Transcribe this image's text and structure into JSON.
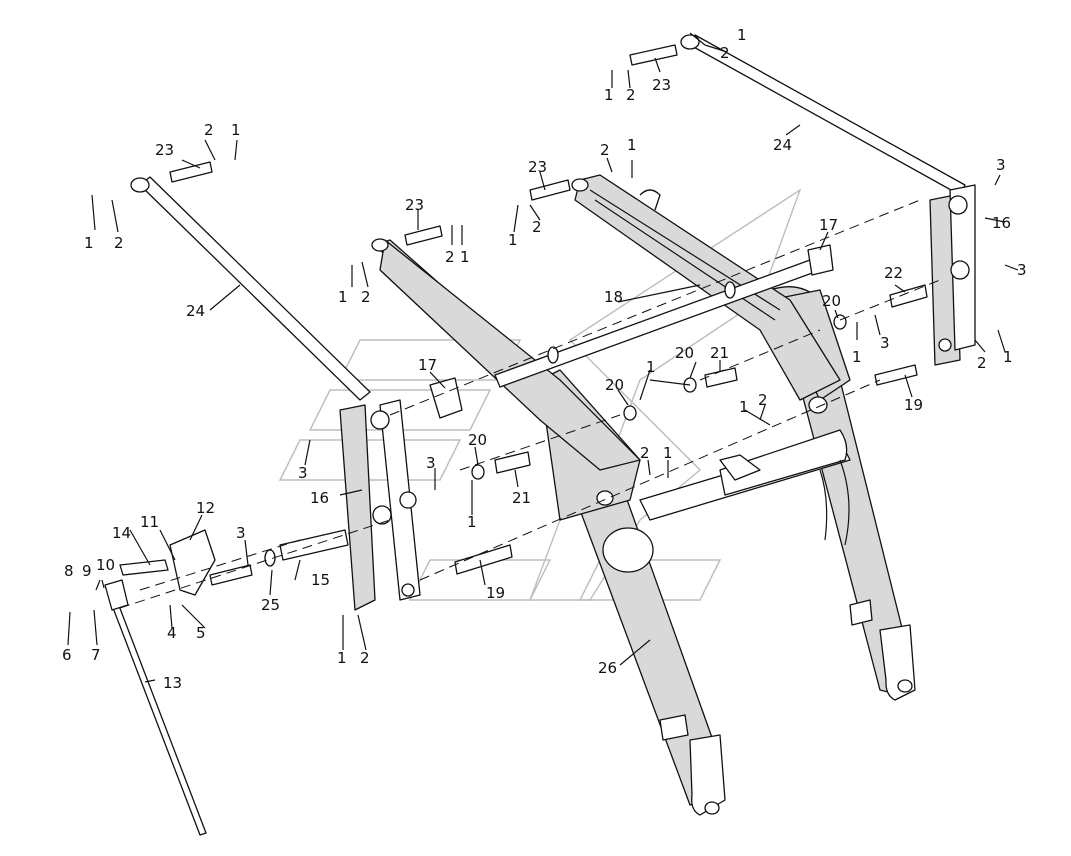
{
  "callouts": [
    {
      "id": "c1a",
      "text": "1"
    },
    {
      "id": "c2a",
      "text": "2"
    },
    {
      "id": "c1b",
      "text": "1"
    },
    {
      "id": "c2b",
      "text": "2"
    },
    {
      "id": "c23a",
      "text": "23"
    },
    {
      "id": "c24a",
      "text": "24"
    },
    {
      "id": "c3a",
      "text": "3"
    },
    {
      "id": "c16a",
      "text": "16"
    },
    {
      "id": "c3b",
      "text": "3"
    },
    {
      "id": "c17a",
      "text": "17"
    },
    {
      "id": "c22",
      "text": "22"
    },
    {
      "id": "c20a",
      "text": "20"
    },
    {
      "id": "c1c",
      "text": "1"
    },
    {
      "id": "c3c",
      "text": "3"
    },
    {
      "id": "c2c",
      "text": "2"
    },
    {
      "id": "c1d",
      "text": "1"
    },
    {
      "id": "c19a",
      "text": "19"
    },
    {
      "id": "c2d",
      "text": "2"
    },
    {
      "id": "c1e",
      "text": "1"
    },
    {
      "id": "c23b",
      "text": "23"
    },
    {
      "id": "c1f",
      "text": "1"
    },
    {
      "id": "c2e",
      "text": "2"
    },
    {
      "id": "c23c",
      "text": "23"
    },
    {
      "id": "c2f",
      "text": "2"
    },
    {
      "id": "c1g",
      "text": "1"
    },
    {
      "id": "c1h",
      "text": "1"
    },
    {
      "id": "c2g",
      "text": "2"
    },
    {
      "id": "c18",
      "text": "18"
    },
    {
      "id": "c1i",
      "text": "1"
    },
    {
      "id": "c20b",
      "text": "20"
    },
    {
      "id": "c21a",
      "text": "21"
    },
    {
      "id": "c20c",
      "text": "20"
    },
    {
      "id": "c1j",
      "text": "1"
    },
    {
      "id": "c2h",
      "text": "2"
    },
    {
      "id": "c2i",
      "text": "2"
    },
    {
      "id": "c1k",
      "text": "1"
    },
    {
      "id": "c23d",
      "text": "23"
    },
    {
      "id": "c2j",
      "text": "2"
    },
    {
      "id": "c1l",
      "text": "1"
    },
    {
      "id": "c1m",
      "text": "1"
    },
    {
      "id": "c2k",
      "text": "2"
    },
    {
      "id": "c24b",
      "text": "24"
    },
    {
      "id": "c17b",
      "text": "17"
    },
    {
      "id": "c20d",
      "text": "20"
    },
    {
      "id": "c21b",
      "text": "21"
    },
    {
      "id": "c1n",
      "text": "1"
    },
    {
      "id": "c3d",
      "text": "3"
    },
    {
      "id": "c16b",
      "text": "16"
    },
    {
      "id": "c3e",
      "text": "3"
    },
    {
      "id": "c12",
      "text": "12"
    },
    {
      "id": "c14",
      "text": "14"
    },
    {
      "id": "c11",
      "text": "11"
    },
    {
      "id": "c3f",
      "text": "3"
    },
    {
      "id": "c8",
      "text": "8"
    },
    {
      "id": "c9",
      "text": "9"
    },
    {
      "id": "c10",
      "text": "10"
    },
    {
      "id": "c15",
      "text": "15"
    },
    {
      "id": "c25",
      "text": "25"
    },
    {
      "id": "c4",
      "text": "4"
    },
    {
      "id": "c5",
      "text": "5"
    },
    {
      "id": "c6",
      "text": "6"
    },
    {
      "id": "c7",
      "text": "7"
    },
    {
      "id": "c19b",
      "text": "19"
    },
    {
      "id": "c1o",
      "text": "1"
    },
    {
      "id": "c2l",
      "text": "2"
    },
    {
      "id": "c13",
      "text": "13"
    },
    {
      "id": "c26",
      "text": "26"
    }
  ]
}
